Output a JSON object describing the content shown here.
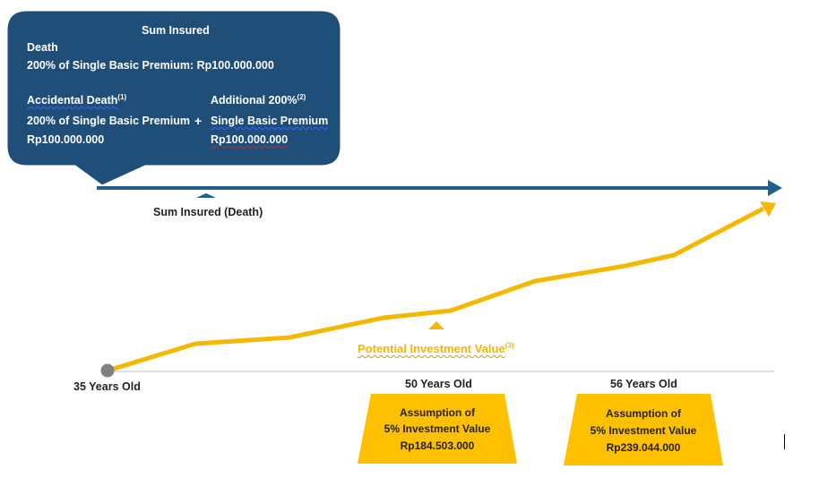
{
  "bubble": {
    "title": "Sum Insured",
    "death_label": "Death",
    "death_value": "200% of Single Basic Premium:  Rp100.000.000",
    "accidental_label": "Accidental Death",
    "accidental_sup": "(1)",
    "accidental_line": "200% of Single Basic Premium",
    "accidental_amount": "Rp100.000.000",
    "plus_sign": "+",
    "additional_label": "Additional 200%",
    "additional_sup": "(2)",
    "additional_line": "Single Basic Premium",
    "additional_amount": "Rp100.000.000",
    "color": "#1f4e79"
  },
  "timeline": {
    "sum_insured_label": "Sum Insured (Death)",
    "arrow_color": "#1f5f8b",
    "start_age": "35 Years Old",
    "start_marker_color": "#808080"
  },
  "investment": {
    "label": "Potential Investment Value",
    "label_sup": "(3)",
    "line_color": "#f5b800"
  },
  "milestones": [
    {
      "age": "50 Years Old",
      "line1": "Assumption of",
      "line2": "5% Investment Value",
      "amount": "Rp184.503.000"
    },
    {
      "age": "56 Years Old",
      "line1": "Assumption of",
      "line2": "5% Investment Value",
      "amount": "Rp239.044.000"
    }
  ],
  "box_color": "#ffc000"
}
